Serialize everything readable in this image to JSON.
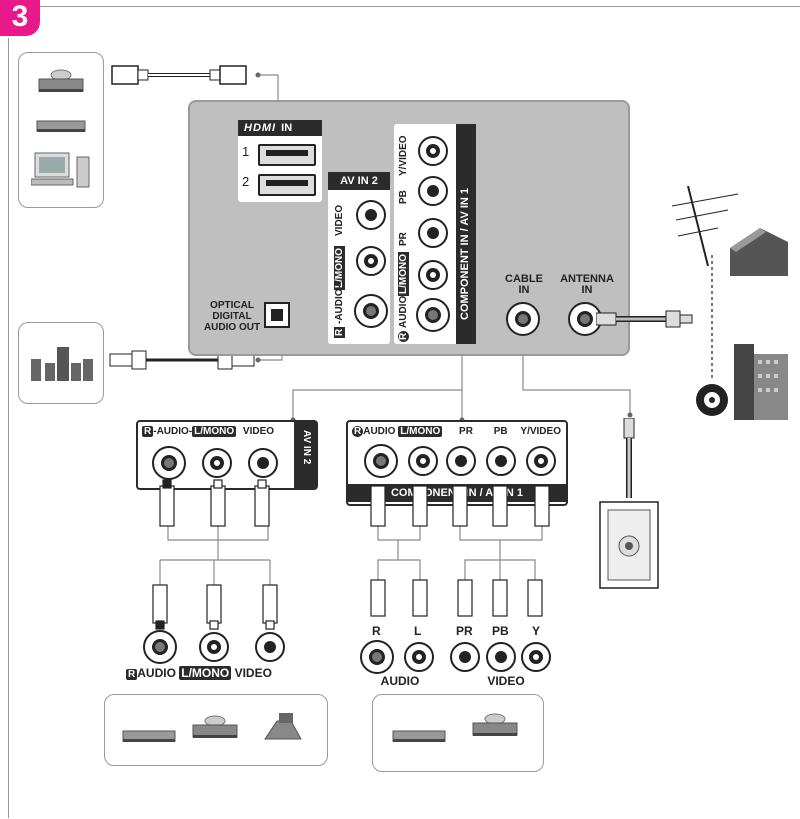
{
  "step_marker": "3",
  "tv_panel": {
    "hdmi_logo": "HDMI",
    "hdmi_in": "IN",
    "hdmi_ports": [
      "1",
      "2"
    ],
    "optical_label": [
      "OPTICAL",
      "DIGITAL",
      "AUDIO OUT"
    ],
    "av_in2": {
      "title": "AV IN 2",
      "video": "VIDEO",
      "l_mono": "L/MONO",
      "audio": "-AUDIO-",
      "r": "R"
    },
    "component": {
      "title": "COMPONENT IN / AV IN 1",
      "labels": [
        "Y/VIDEO",
        "PB",
        "PR",
        "L/MONO",
        "AUDIO"
      ],
      "r": "R"
    },
    "cable_in": [
      "CABLE",
      "IN"
    ],
    "antenna_in": [
      "ANTENNA",
      "IN"
    ]
  },
  "av2_breakout": {
    "header": {
      "r": "R",
      "audio": "-AUDIO-",
      "l_mono": "L/MONO",
      "video": "VIDEO",
      "side": "AV IN 2"
    },
    "device_labels": {
      "r": "R",
      "audio": "AUDIO",
      "l_mono": "L/MONO",
      "video": "VIDEO"
    }
  },
  "component_breakout": {
    "header": {
      "r": "R",
      "audio": "AUDIO",
      "l_mono": "L/MONO",
      "pr": "PR",
      "pb": "PB",
      "yvideo": "Y/VIDEO"
    },
    "footer": "COMPONENT IN / AV IN 1",
    "device_labels": {
      "r": "R",
      "l": "L",
      "pr": "PR",
      "pb": "PB",
      "y": "Y",
      "audio": "AUDIO",
      "video": "VIDEO"
    }
  },
  "colors": {
    "marker": "#e8198b",
    "panel": "#bfbfbf",
    "dark": "#2b2b2b",
    "line": "#888888"
  }
}
